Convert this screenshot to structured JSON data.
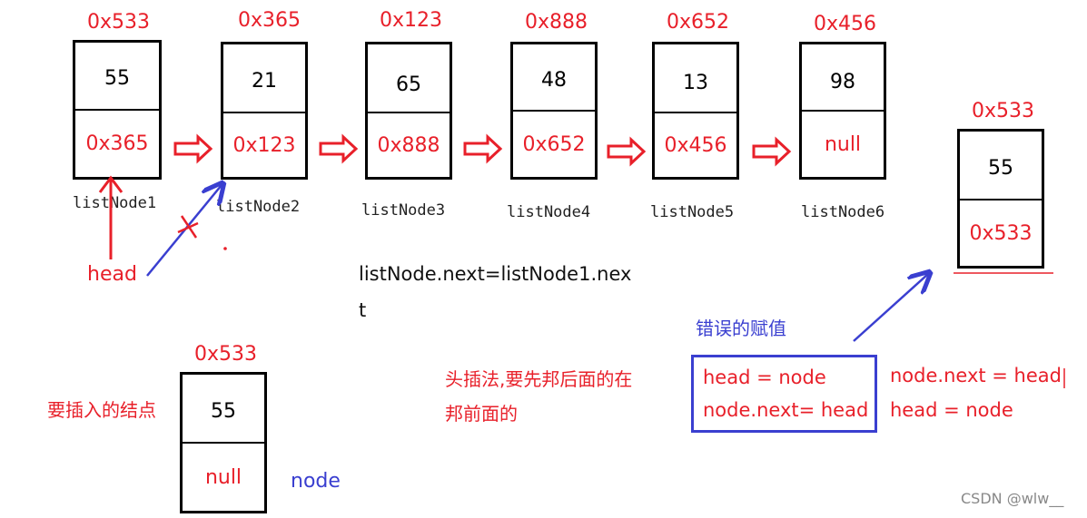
{
  "nodes": [
    {
      "address": "0x533",
      "value": "55",
      "next": "0x365",
      "label": "listNode1"
    },
    {
      "address": "0x365",
      "value": "21",
      "next": "0x123",
      "label": "listNode2"
    },
    {
      "address": "0x123",
      "value": "65",
      "next": "0x888",
      "label": "listNode3"
    },
    {
      "address": "0x888",
      "value": "48",
      "next": "0x652",
      "label": "listNode4"
    },
    {
      "address": "0x652",
      "value": "13",
      "next": "0x456",
      "label": "listNode5"
    },
    {
      "address": "0x456",
      "value": "98",
      "next": "null",
      "label": "listNode6"
    }
  ],
  "wrong_node": {
    "address": "0x533",
    "value": "55",
    "next": "0x533"
  },
  "insert_node": {
    "address": "0x533",
    "value": "55",
    "next": "null",
    "caption": "要插入的结点",
    "name": "node"
  },
  "head_label": "head",
  "code_line_1": "listNode.next=listNode1.nex",
  "code_line_2": "t",
  "note_line_1": "头插法,要先邦后面的在",
  "note_line_2": "邦前面的",
  "wrong_title": "错误的赋值",
  "wrong_code": [
    "head = node",
    "node.next= head"
  ],
  "right_code": [
    "node.next = head",
    "head = node"
  ],
  "watermark": "CSDN @wlw__",
  "colors": {
    "red": "#e8202a",
    "blue": "#3a3fd0",
    "black": "#000000"
  }
}
